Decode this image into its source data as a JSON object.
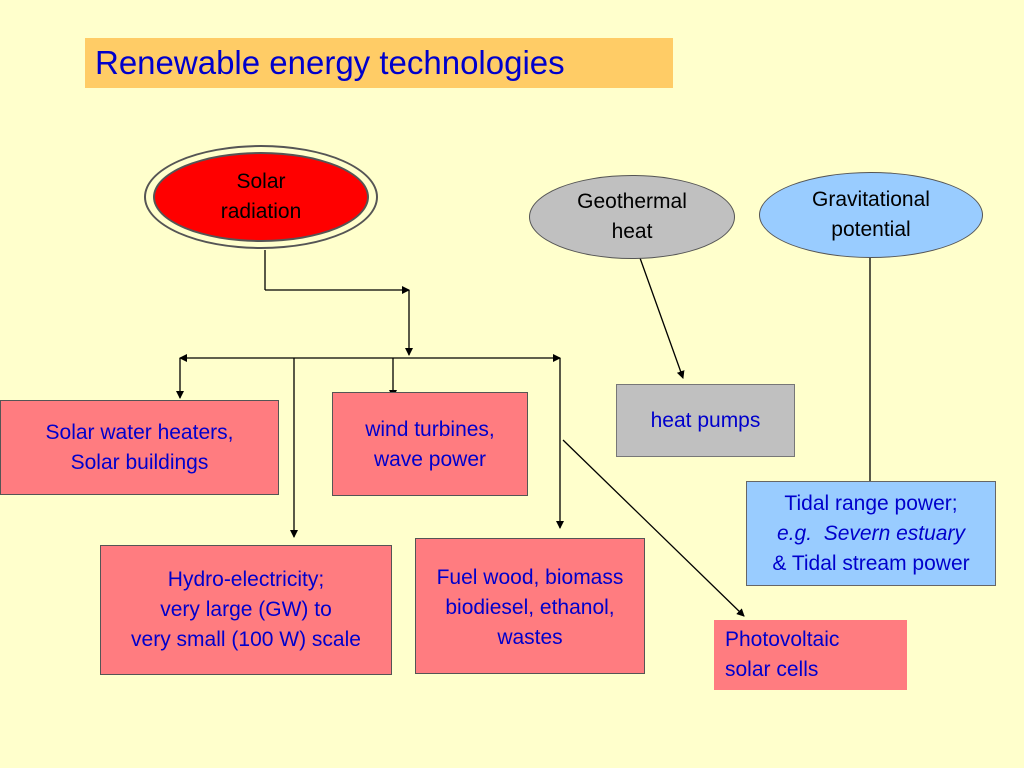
{
  "title": "Renewable energy technologies",
  "sources": {
    "solar": "Solar\nradiation",
    "geothermal": "Geothermal\nheat",
    "gravitational": "Gravitational\npotential"
  },
  "outputs": {
    "solar_water": "Solar water heaters,\nSolar buildings",
    "wind": "wind turbines,\nwave power",
    "hydro": "Hydro-electricity;\nvery large (GW) to\nvery small (100 W) scale",
    "biomass": "Fuel wood, biomass\nbiodiesel, ethanol,\nwastes",
    "photovoltaic": "Photovoltaic\nsolar cells",
    "heat_pumps": "heat pumps",
    "tidal_line1": "Tidal range power;",
    "tidal_line2": "e.g.  Severn estuary",
    "tidal_line3": "& Tidal stream power"
  },
  "colors": {
    "background": "#ffffcc",
    "title_bg": "#ffcc66",
    "text_blue": "#0000cc",
    "solar_red": "#ff0000",
    "geothermal_gray": "#c0c0c0",
    "gravitational_blue": "#99ccff",
    "output_pink": "#ff7c80"
  }
}
